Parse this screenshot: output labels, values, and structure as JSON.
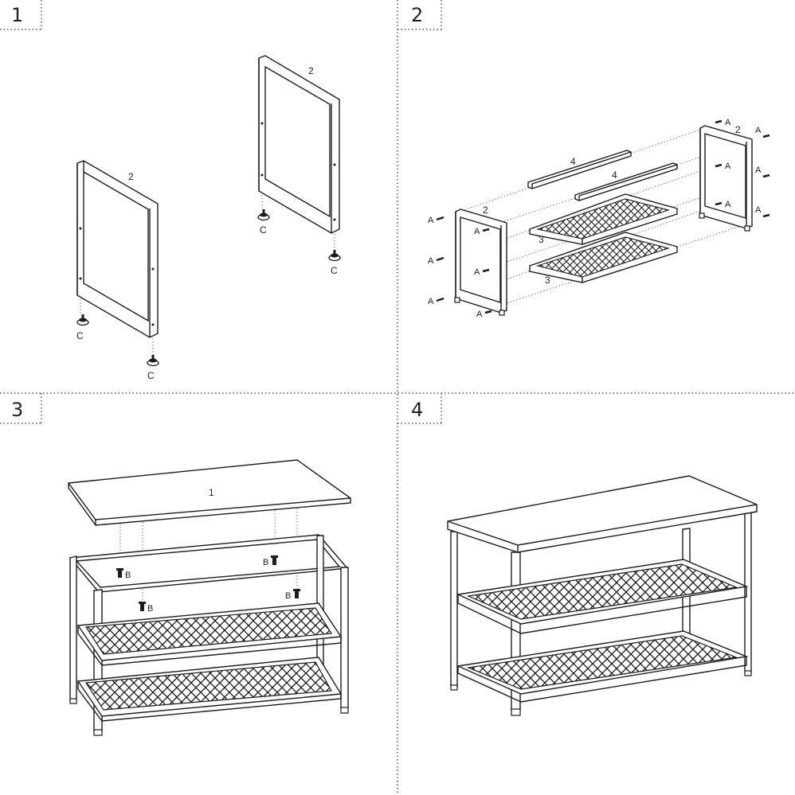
{
  "steps": [
    {
      "number": "1"
    },
    {
      "number": "2"
    },
    {
      "number": "3"
    },
    {
      "number": "4"
    }
  ],
  "step1": {
    "frame_label_left": "2",
    "frame_label_right": "2",
    "foot_label_1": "C",
    "foot_label_2": "C",
    "foot_label_3": "C",
    "foot_label_4": "C"
  },
  "step2": {
    "left_frame_label": "2",
    "right_frame_label": "2",
    "bar_label_top": "4",
    "bar_label_mid": "4",
    "shelf_label_top": "3",
    "shelf_label_bottom": "3",
    "screw_label": "A"
  },
  "step3": {
    "top_board_label": "1",
    "bolt_label": "B"
  },
  "colors": {
    "line": "#1c1c1c",
    "background": "#ffffff",
    "guide": "#777777"
  }
}
